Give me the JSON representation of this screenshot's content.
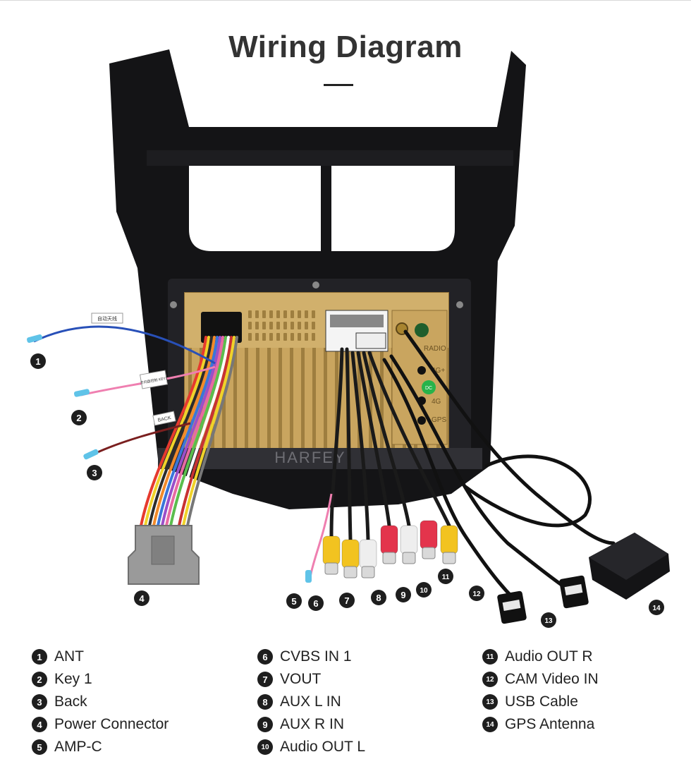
{
  "title": "Wiring Diagram",
  "watermark": "HARFEY",
  "unit_labels": {
    "radio": "RADIO",
    "g4a": "4G+",
    "g4b": "4G",
    "gps": "GPS",
    "dc": "DC"
  },
  "wire_tags": {
    "ant": "自动天线",
    "key": "方向盘控制 KEY1",
    "back": "BACK"
  },
  "callouts": [
    "1",
    "2",
    "3",
    "4",
    "5",
    "6",
    "7",
    "8",
    "9",
    "10",
    "11",
    "12",
    "13",
    "14"
  ],
  "legend": {
    "col1": [
      {
        "num": "1",
        "label": "ANT"
      },
      {
        "num": "2",
        "label": "Key 1"
      },
      {
        "num": "3",
        "label": "Back"
      },
      {
        "num": "4",
        "label": "Power Connector"
      },
      {
        "num": "5",
        "label": "AMP-C"
      }
    ],
    "col2": [
      {
        "num": "6",
        "label": "CVBS IN 1"
      },
      {
        "num": "7",
        "label": "VOUT"
      },
      {
        "num": "8",
        "label": "AUX L IN"
      },
      {
        "num": "9",
        "label": "AUX R IN"
      },
      {
        "num": "10",
        "label": "Audio OUT L"
      }
    ],
    "col3": [
      {
        "num": "11",
        "label": "Audio OUT R"
      },
      {
        "num": "12",
        "label": "CAM Video IN"
      },
      {
        "num": "13",
        "label": "USB Cable"
      },
      {
        "num": "14",
        "label": "GPS Antenna"
      }
    ]
  },
  "colors": {
    "frame": "#141416",
    "unit_gold": "#c9a55f",
    "rca_yellow": "#f2c320",
    "rca_red": "#e3344c",
    "rca_white": "#eeeeee",
    "connector_gray": "#9a9a9a",
    "badge": "#1e1e1e"
  }
}
